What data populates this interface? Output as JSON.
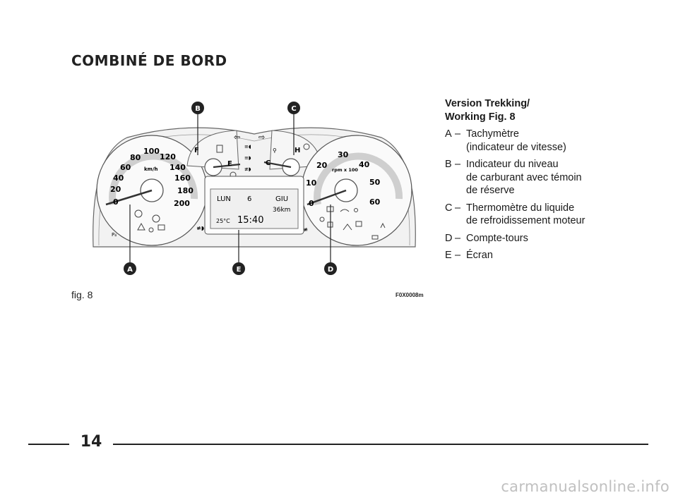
{
  "page": {
    "title": "COMBINÉ DE BORD",
    "figure_label": "fig. 8",
    "figure_code": "F0X0008m",
    "page_number": "14",
    "watermark": "carmanualsonline.info"
  },
  "legend": {
    "version_lines": [
      "Version Trekking/",
      "Working Fig. 8"
    ],
    "items": [
      {
        "letter": "A",
        "lines": [
          "Tachymètre",
          "(indicateur de vitesse)"
        ]
      },
      {
        "letter": "B",
        "lines": [
          "Indicateur du niveau",
          "de carburant avec témoin",
          "de réserve"
        ]
      },
      {
        "letter": "C",
        "lines": [
          "Thermomètre du liquide",
          "de refroidissement moteur"
        ]
      },
      {
        "letter": "D",
        "lines": [
          "Compte-tours"
        ]
      },
      {
        "letter": "E",
        "lines": [
          "Écran"
        ]
      }
    ]
  },
  "cluster": {
    "callouts": [
      "A",
      "B",
      "C",
      "D",
      "E"
    ],
    "speedo_scale": [
      "0",
      "20",
      "40",
      "60",
      "80",
      "100",
      "120",
      "140",
      "160",
      "180",
      "200"
    ],
    "speedo_unit": "km/h",
    "tacho_scale": [
      "0",
      "10",
      "20",
      "30",
      "40",
      "50",
      "60"
    ],
    "tacho_unit": "rpm x 100",
    "fuel_labels": {
      "full": "F",
      "empty": "E"
    },
    "temp_labels": {
      "cold": "C",
      "hot": "H"
    },
    "display": {
      "day": "LUN",
      "date": "6",
      "month": "GIU",
      "odometer": "36km",
      "temperature": "25°C",
      "time": "15:40"
    }
  }
}
